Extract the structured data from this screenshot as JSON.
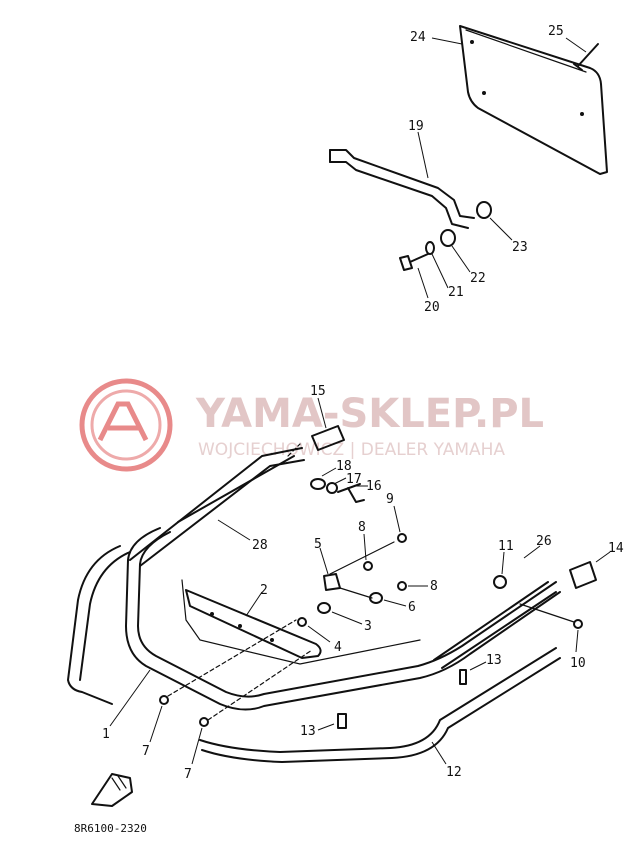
{
  "watermark": {
    "title": "YAMA-SKLEP.PL",
    "subtitle": "WOJCIECHOWICZ | DEALER YAMAHA",
    "logo_icon": "yamaha-logo-icon",
    "color": "#e07070"
  },
  "diagram_code": "8R6100-2320",
  "callouts": {
    "c1": "1",
    "c2": "2",
    "c3": "3",
    "c4": "4",
    "c5": "5",
    "c6": "6",
    "c7a": "7",
    "c7b": "7",
    "c8a": "8",
    "c8b": "8",
    "c9": "9",
    "c10": "10",
    "c11": "11",
    "c12": "12",
    "c13a": "13",
    "c13b": "13",
    "c14": "14",
    "c15": "15",
    "c16": "16",
    "c17": "17",
    "c18": "18",
    "c19": "19",
    "c20": "20",
    "c21": "21",
    "c22": "22",
    "c23": "23",
    "c24": "24",
    "c25": "25",
    "c26": "26",
    "c28": "28"
  }
}
